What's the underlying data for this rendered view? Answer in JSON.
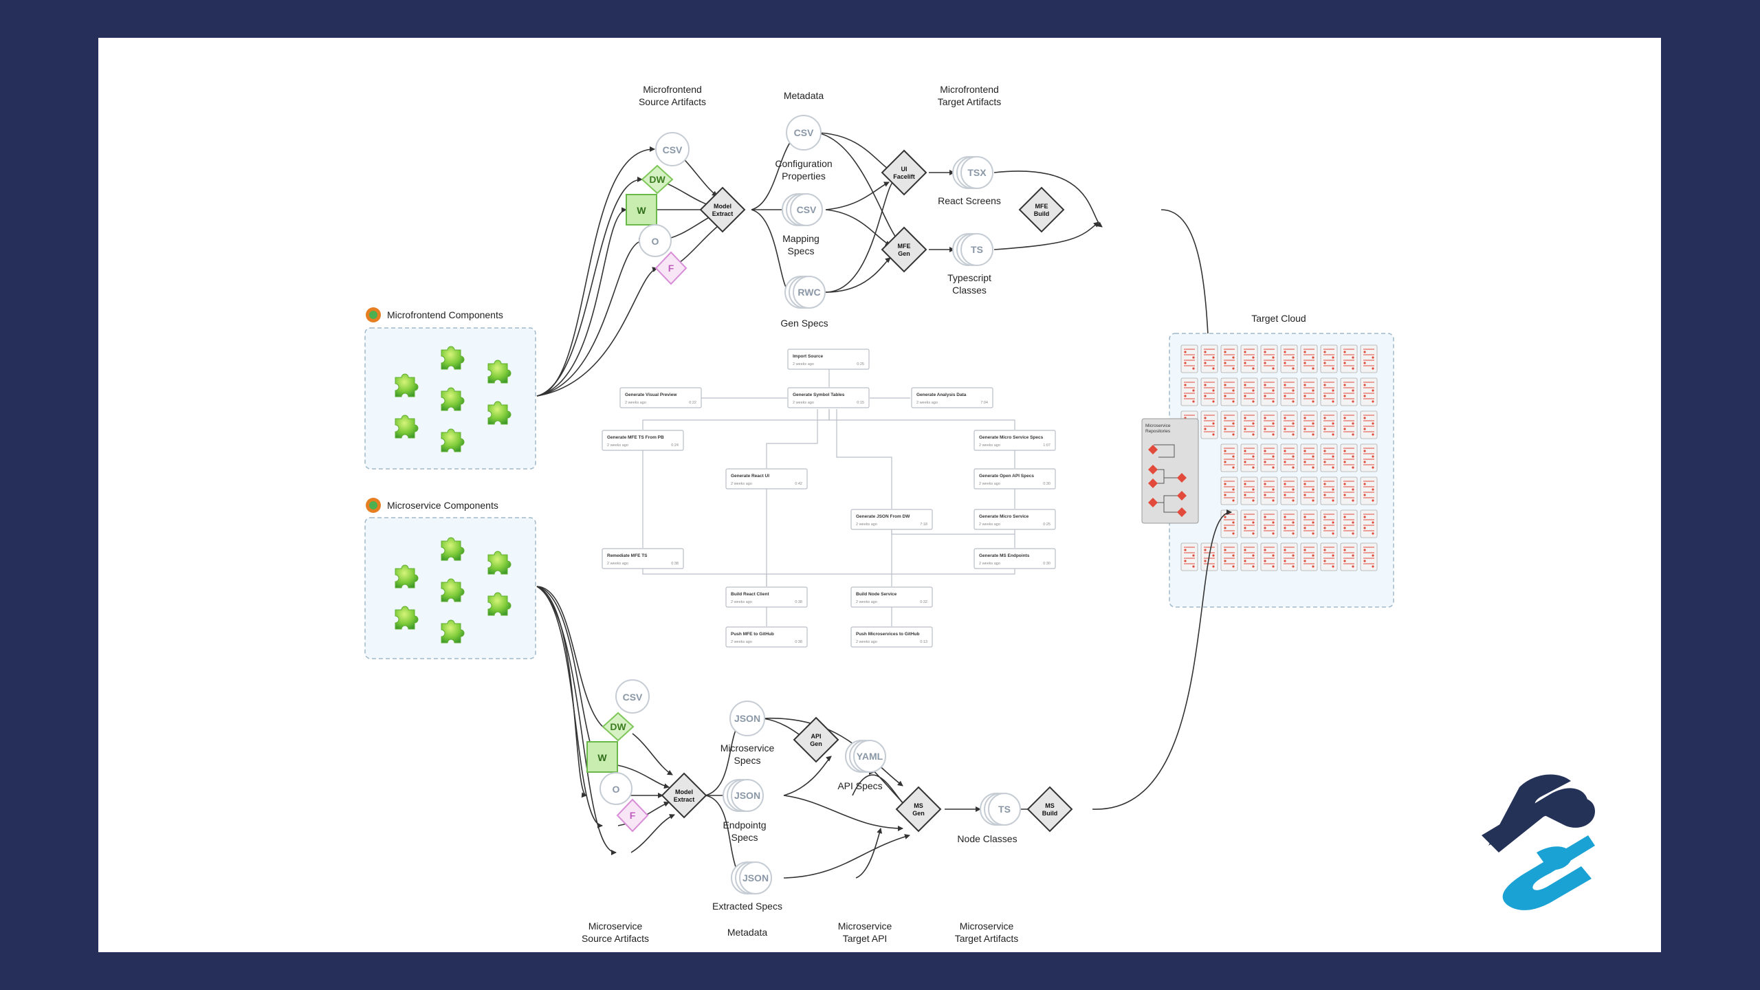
{
  "top": {
    "headers": [
      {
        "id": "mfe-source",
        "lines": [
          "Microfrontend",
          "Source Artifacts"
        ]
      },
      {
        "id": "mfe-metadata",
        "lines": [
          "Metadata"
        ]
      },
      {
        "id": "mfe-target",
        "lines": [
          "Microfrontend",
          "Target Artifacts"
        ]
      }
    ],
    "artifacts": {
      "csv_src": "CSV",
      "dw": "DW",
      "w": "W",
      "o": "O",
      "f": "F",
      "model_extract": [
        "Model",
        "Extract"
      ],
      "csv_config": "CSV",
      "config_label": [
        "Configuration",
        "Properties"
      ],
      "csv_mapping": "CSV",
      "mapping_label": [
        "Mapping",
        "Specs"
      ],
      "rwc": "RWC",
      "gen_specs_label": [
        "Gen Specs"
      ],
      "ui_facelift": [
        "UI",
        "Facelift"
      ],
      "mfe_gen": [
        "MFE",
        "Gen"
      ],
      "tsx": "TSX",
      "react_label": [
        "React Screens"
      ],
      "ts": "TS",
      "typescript_label": [
        "Typescript",
        "Classes"
      ],
      "mfe_build": [
        "MFE",
        "Build"
      ]
    }
  },
  "components": {
    "mfe_title": "Microfrontend Components",
    "ms_title": "Microservice Components"
  },
  "cloud": {
    "title": "Target Cloud",
    "repo_label": [
      "Microservice",
      "Repositories"
    ]
  },
  "workflow": [
    {
      "title": "Import Source",
      "sub": "2 weeks ago",
      "time": "0:25"
    },
    {
      "title": "Generate Visual Preview",
      "sub": "2 weeks ago",
      "time": "0:22"
    },
    {
      "title": "Generate Symbol Tables",
      "sub": "2 weeks ago",
      "time": "0:15"
    },
    {
      "title": "Generate Analysis Data",
      "sub": "2 weeks ago",
      "time": "7:04"
    },
    {
      "title": "Generate MFE TS From PB",
      "sub": "2 weeks ago",
      "time": "0:24"
    },
    {
      "title": "Generate Micro Service Specs",
      "sub": "2 weeks ago",
      "time": "1:07"
    },
    {
      "title": "Generate React UI",
      "sub": "2 weeks ago",
      "time": "0:42"
    },
    {
      "title": "Generate Open API Specs",
      "sub": "2 weeks ago",
      "time": "0:30"
    },
    {
      "title": "Generate JSON From DW",
      "sub": "2 weeks ago",
      "time": "7:18"
    },
    {
      "title": "Generate Micro Service",
      "sub": "2 weeks ago",
      "time": "0:25"
    },
    {
      "title": "Remediate MFE TS",
      "sub": "2 weeks ago",
      "time": "0:38"
    },
    {
      "title": "Generate MS Endpoints",
      "sub": "2 weeks ago",
      "time": "0:30"
    },
    {
      "title": "Build React Client",
      "sub": "2 weeks ago",
      "time": "0:38"
    },
    {
      "title": "Build Node Service",
      "sub": "2 weeks ago",
      "time": "0:32"
    },
    {
      "title": "Push MFE to GitHub",
      "sub": "2 weeks ago",
      "time": "0:38"
    },
    {
      "title": "Push Microservices to GitHub",
      "sub": "2 weeks ago",
      "time": "0:13"
    }
  ],
  "bottom": {
    "headers": [
      {
        "id": "ms-source",
        "lines": [
          "Microservice",
          "Source Artifacts"
        ]
      },
      {
        "id": "ms-metadata",
        "lines": [
          "Metadata"
        ]
      },
      {
        "id": "ms-target-api",
        "lines": [
          "Microservice",
          "Target API"
        ]
      },
      {
        "id": "ms-target",
        "lines": [
          "Microservice",
          "Target Artifacts"
        ]
      }
    ],
    "artifacts": {
      "csv_src": "CSV",
      "dw": "DW",
      "w": "W",
      "o": "O",
      "f": "F",
      "model_extract": [
        "Model",
        "Extract"
      ],
      "json_ms": "JSON",
      "ms_specs_label": [
        "Microservice",
        "Specs"
      ],
      "json_ep": "JSON",
      "ep_label": [
        "Endpointg",
        "Specs"
      ],
      "json_ex": "JSON",
      "ex_label": [
        "Extracted Specs"
      ],
      "api_gen": [
        "API",
        "Gen"
      ],
      "yaml": "YAML",
      "api_specs_label": [
        "API Specs"
      ],
      "ms_gen": [
        "MS",
        "Gen"
      ],
      "ts": "TS",
      "node_label": [
        "Node Classes"
      ],
      "ms_build": [
        "MS",
        "Build"
      ]
    }
  },
  "colors": {
    "background": "#252f59",
    "canvas": "#ffffff",
    "green": "#9ad97a",
    "pink": "#d98ed8",
    "circle": "#c5ccd3",
    "logo_navy": "#243257",
    "logo_blue": "#1aa2d4",
    "repo_red": "#e24a3b"
  }
}
